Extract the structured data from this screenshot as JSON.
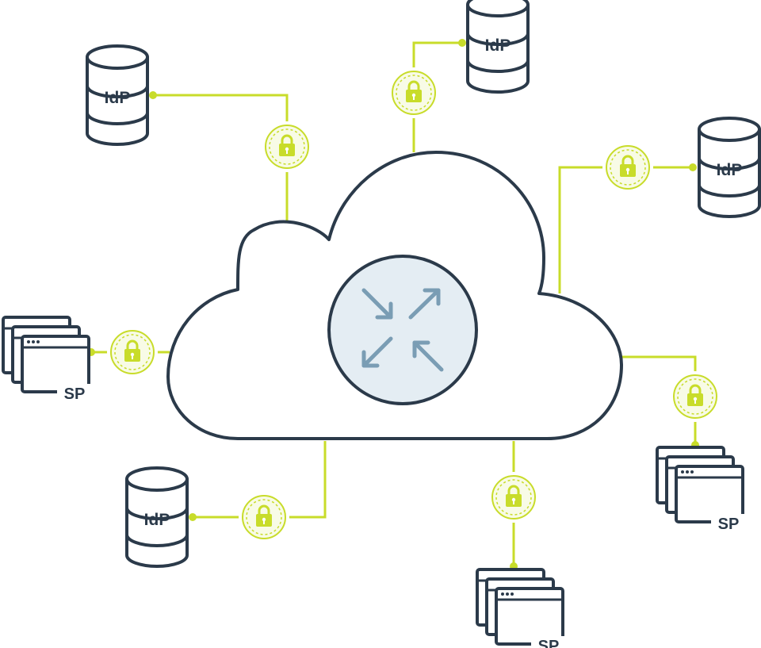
{
  "colors": {
    "outline": "#2b3a4a",
    "connector": "#c8dc2a",
    "hub_fill": "#e4edf3",
    "arrow": "#7a9db4",
    "background": "#ffffff"
  },
  "hub": {
    "icon": "arrows-converge-icon"
  },
  "nodes": [
    {
      "id": "idp-top-left",
      "kind": "identity-provider",
      "label": "IdP",
      "icon": "database-icon"
    },
    {
      "id": "idp-top",
      "kind": "identity-provider",
      "label": "IdP",
      "icon": "database-icon"
    },
    {
      "id": "idp-right",
      "kind": "identity-provider",
      "label": "IdP",
      "icon": "database-icon"
    },
    {
      "id": "idp-bottom-left",
      "kind": "identity-provider",
      "label": "IdP",
      "icon": "database-icon"
    },
    {
      "id": "sp-left",
      "kind": "service-provider",
      "label": "SP",
      "icon": "browser-windows-icon"
    },
    {
      "id": "sp-right",
      "kind": "service-provider",
      "label": "SP",
      "icon": "browser-windows-icon"
    },
    {
      "id": "sp-bottom",
      "kind": "service-provider",
      "label": "SP",
      "icon": "browser-windows-icon"
    }
  ],
  "connections": [
    {
      "from": "idp-top-left",
      "to": "cloud",
      "icon": "lock-icon"
    },
    {
      "from": "idp-top",
      "to": "cloud",
      "icon": "lock-icon"
    },
    {
      "from": "idp-right",
      "to": "cloud",
      "icon": "lock-icon"
    },
    {
      "from": "sp-left",
      "to": "cloud",
      "icon": "lock-icon"
    },
    {
      "from": "sp-right",
      "to": "cloud",
      "icon": "lock-icon"
    },
    {
      "from": "idp-bottom-left",
      "to": "cloud",
      "icon": "lock-icon"
    },
    {
      "from": "sp-bottom",
      "to": "cloud",
      "icon": "lock-icon"
    }
  ]
}
